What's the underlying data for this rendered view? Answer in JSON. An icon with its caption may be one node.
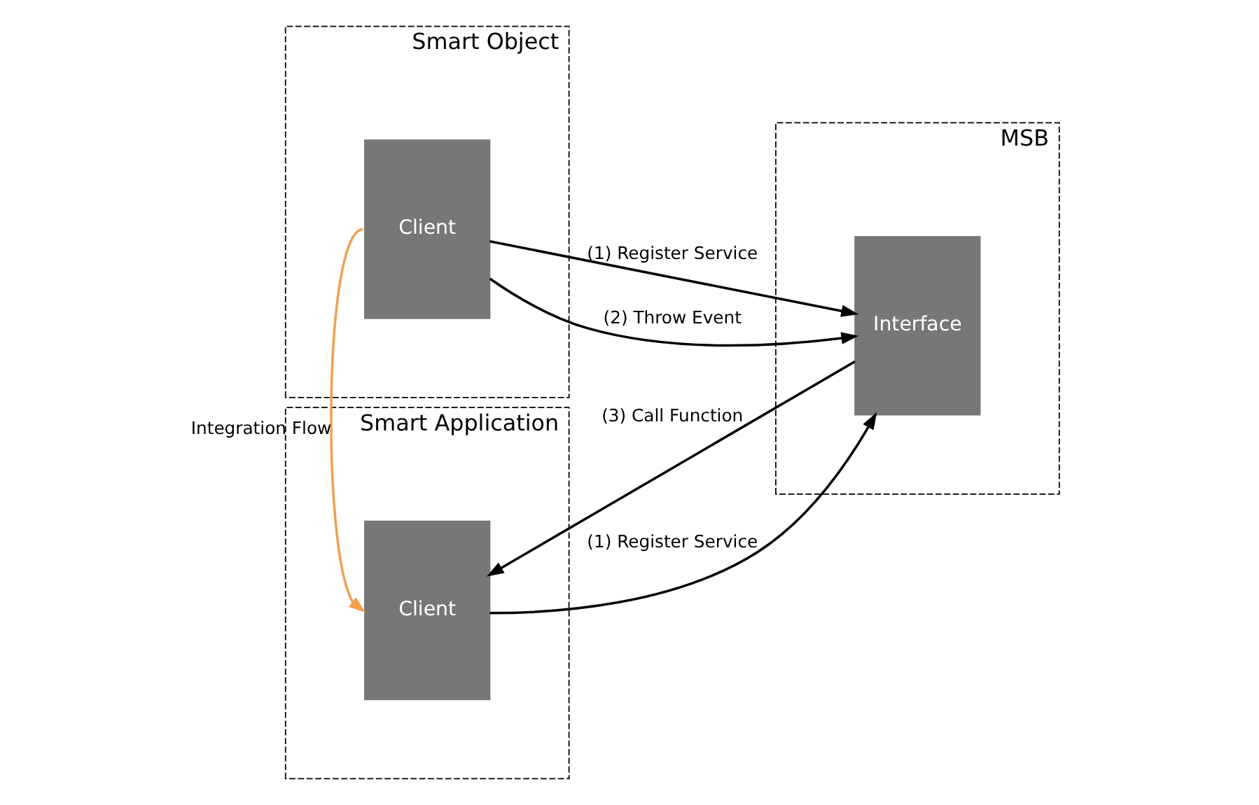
{
  "diagram": {
    "nodes": [
      {
        "text": [
          "Smart Object"
        ]
      },
      {
        "text": [
          "Client"
        ],
        "in": 0
      },
      {
        "text": [
          "MSB"
        ]
      },
      {
        "text": [
          "Interface"
        ],
        "in": 2
      },
      {
        "text": [
          "Smart Application"
        ]
      },
      {
        "text": [
          "Client"
        ],
        "in": 4
      }
    ],
    "edges": [
      {
        "from": 1,
        "to": 3,
        "arrow": "to",
        "label": "(1) Register Service"
      },
      {
        "from": 1,
        "to": 3,
        "arrow": "to",
        "label": "(2) Throw Event"
      },
      {
        "from": 5,
        "to": 3,
        "arrow": "to",
        "label": "(1) Register Service"
      },
      {
        "from": 3,
        "to": 5,
        "arrow": "to",
        "label": "(3) Call Function"
      },
      {
        "from": 1,
        "to": 5,
        "arrow": "to",
        "label": "Integration Flow",
        "color": "#f0a050"
      }
    ]
  }
}
